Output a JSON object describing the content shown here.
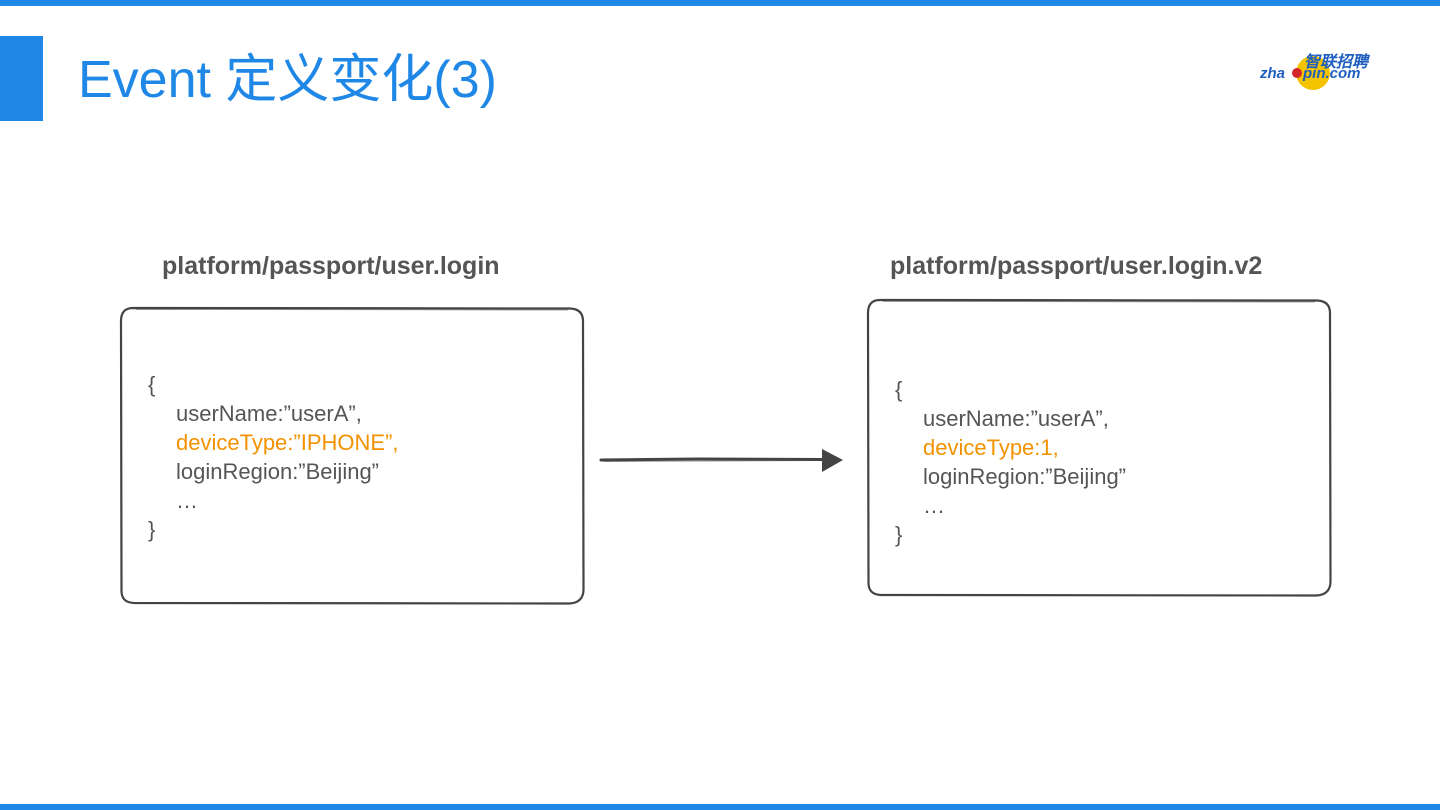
{
  "slide": {
    "title": "Event 定义变化(3)",
    "logo": {
      "chinese": "智联招聘",
      "latin_before": "zha",
      "latin_after": "pin.com",
      "colors": {
        "blue": "#1f5fbf",
        "red": "#d4262b",
        "yellow": "#f5c400"
      }
    }
  },
  "left_event": {
    "name": "platform/passport/user.login",
    "lines": [
      "{",
      "userName:”userA”,",
      "deviceType:”IPHONE”,",
      "loginRegion:”Beijing”",
      "…",
      "}"
    ]
  },
  "right_event": {
    "name": "platform/passport/user.login.v2",
    "lines": [
      "{",
      "userName:”userA”,",
      "deviceType:1,",
      "loginRegion:”Beijing”",
      "…",
      "}"
    ]
  },
  "colors": {
    "accent": "#1f87e6",
    "text": "#555555",
    "highlight": "#f39200",
    "box_stroke": "#444444"
  },
  "icons": {
    "arrow": "right-arrow-icon",
    "logo": "zhaopin-logo"
  }
}
